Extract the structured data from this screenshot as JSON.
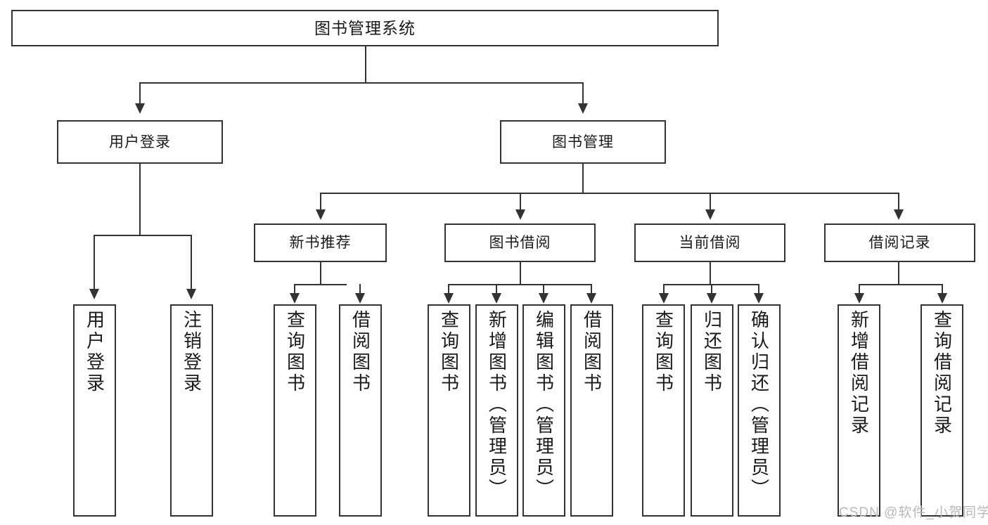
{
  "diagram": {
    "type": "tree",
    "title": "图书管理系统",
    "levels": 4,
    "nodes": {
      "root": {
        "label": "图书管理系统"
      },
      "l2": [
        {
          "label": "用户登录"
        },
        {
          "label": "图书管理"
        }
      ],
      "l3": [
        {
          "label": "新书推荐"
        },
        {
          "label": "图书借阅"
        },
        {
          "label": "当前借阅"
        },
        {
          "label": "借阅记录"
        }
      ],
      "leaves": {
        "user_login": [
          {
            "label": "用户登录"
          },
          {
            "label": "注销登录"
          }
        ],
        "new_book": [
          {
            "label": "查询图书"
          },
          {
            "label": "借阅图书"
          }
        ],
        "borrow": [
          {
            "label": "查询图书"
          },
          {
            "label": "新增图书（管理员）"
          },
          {
            "label": "编辑图书（管理员）"
          },
          {
            "label": "借阅图书"
          }
        ],
        "current": [
          {
            "label": "查询图书"
          },
          {
            "label": "归还图书"
          },
          {
            "label": "确认归还（管理员）"
          }
        ],
        "records": [
          {
            "label": "新增借阅记录"
          },
          {
            "label": "查询借阅记录"
          }
        ]
      }
    },
    "watermark": "CSDN @软件_小贺同学",
    "colors": {
      "stroke": "#333333",
      "background": "#ffffff",
      "text": "#1a1a1a",
      "watermark": "#b8b8b8"
    }
  }
}
